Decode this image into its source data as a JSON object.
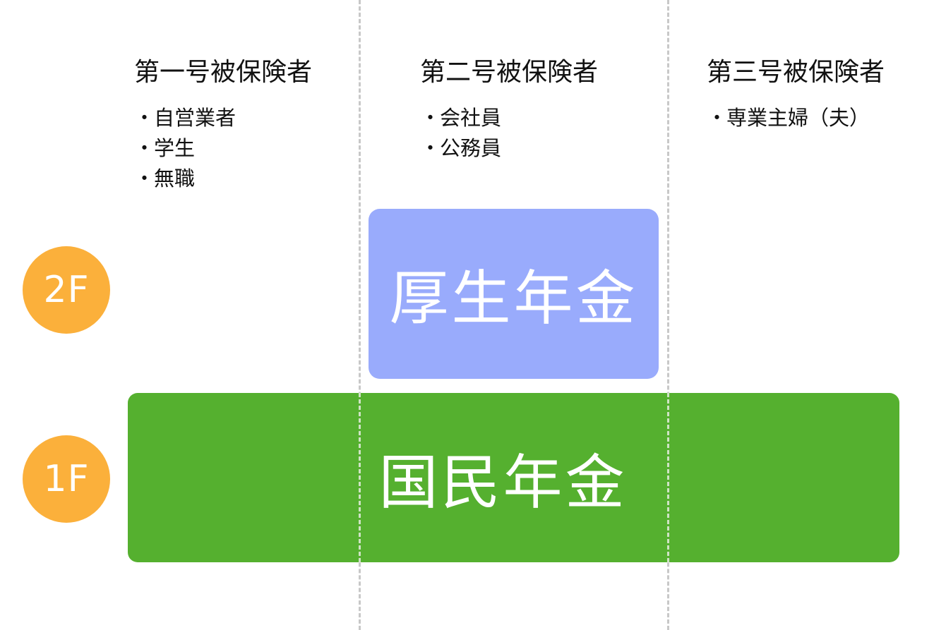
{
  "columns": [
    {
      "title": "第一号被保険者",
      "items": [
        "自営業者",
        "学生",
        "無職"
      ]
    },
    {
      "title": "第二号被保険者",
      "items": [
        "会社員",
        "公務員"
      ]
    },
    {
      "title": "第三号被保険者",
      "items": [
        "専業主婦（夫）"
      ]
    }
  ],
  "floors": {
    "second": "2F",
    "first": "1F"
  },
  "pensions": {
    "kosei": "厚生年金",
    "kokumin": "国民年金"
  },
  "colors": {
    "badge": "#fbb03b",
    "kosei": "#99abfc",
    "kokumin": "#55b02f",
    "divider": "#c8c8c8"
  }
}
